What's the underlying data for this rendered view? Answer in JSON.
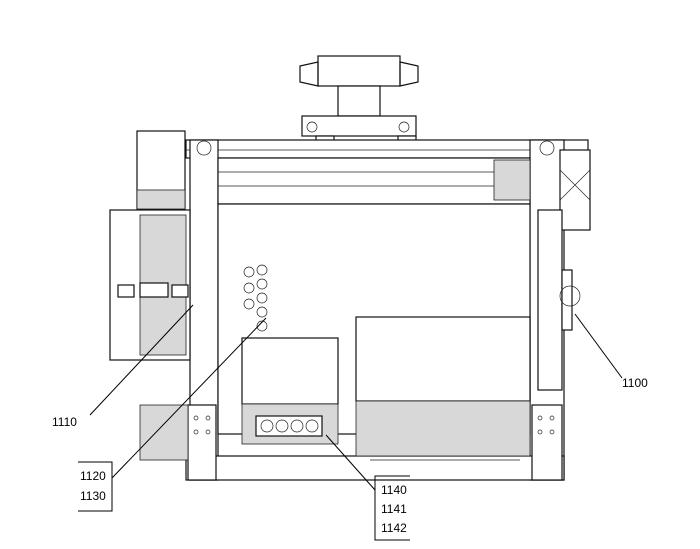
{
  "callouts": [
    {
      "id": "c1100",
      "lines": [
        "1100"
      ]
    },
    {
      "id": "c1110",
      "lines": [
        "1110"
      ]
    },
    {
      "id": "c1120",
      "lines": [
        "1120",
        "1130"
      ]
    },
    {
      "id": "c1140",
      "lines": [
        "1140",
        "1141",
        "1142"
      ]
    }
  ]
}
